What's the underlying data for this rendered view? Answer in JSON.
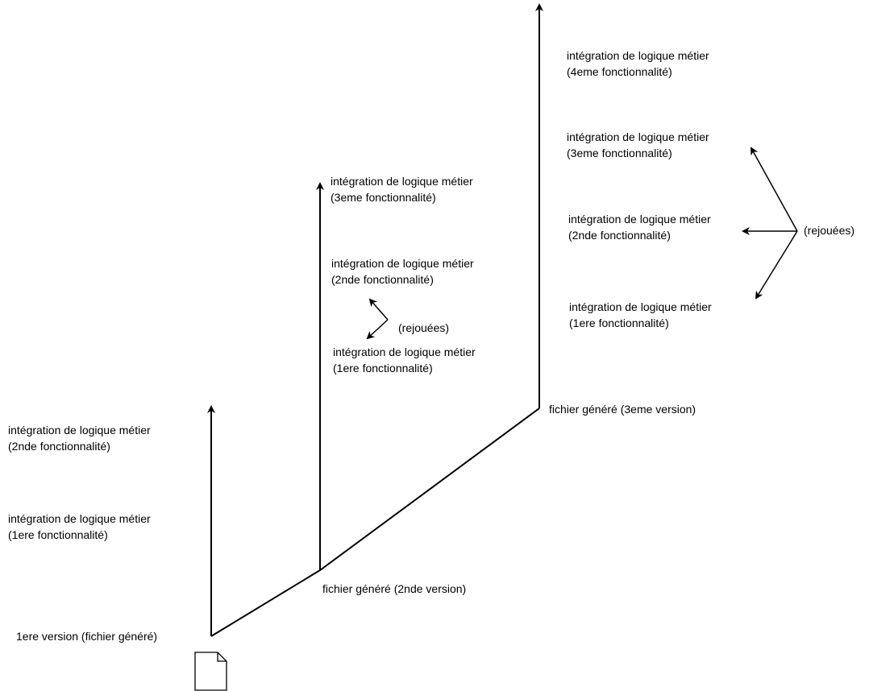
{
  "colors": {
    "line": "#000000",
    "text": "#000000",
    "background": "#ffffff"
  },
  "icons": {
    "file": "document-icon"
  },
  "version1": {
    "label": "1ere version (fichier généré)",
    "features": [
      {
        "line1": "intégration de logique métier",
        "line2": "(2nde fonctionnalité)"
      },
      {
        "line1": "intégration de logique métier",
        "line2": "(1ere fonctionnalité)"
      }
    ]
  },
  "version2": {
    "label": "fichier généré (2nde version)",
    "features": [
      {
        "line1": "intégration de logique métier",
        "line2": "(3eme fonctionnalité)"
      },
      {
        "line1": "intégration de logique métier",
        "line2": "(2nde fonctionnalité)"
      },
      {
        "line1": "intégration de logique métier",
        "line2": "(1ere fonctionnalité)"
      }
    ],
    "replayed": "(rejouées)"
  },
  "version3": {
    "label": "fichier généré (3eme version)",
    "features": [
      {
        "line1": "intégration de logique métier",
        "line2": "(4eme fonctionnalité)"
      },
      {
        "line1": "intégration de logique métier",
        "line2": "(3eme fonctionnalité)"
      },
      {
        "line1": "intégration de logique métier",
        "line2": "(2nde fonctionnalité)"
      },
      {
        "line1": "intégration de logique métier",
        "line2": "(1ere fonctionnalité)"
      }
    ],
    "replayed": "(rejouées)"
  }
}
